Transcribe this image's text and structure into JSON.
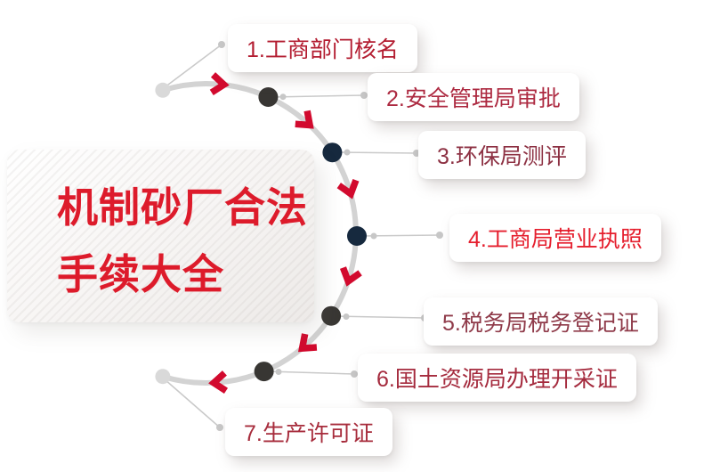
{
  "page": {
    "background": "#ffffff"
  },
  "title_card": {
    "line1": "机制砂厂合法",
    "line2": "手续大全",
    "text_color": "#dd1b2b"
  },
  "steps": [
    {
      "label": "1.工商部门核名",
      "label_color": "#b31c30",
      "node": "light-gray"
    },
    {
      "label": "2.安全管理局审批",
      "label_color": "#ad2a41",
      "node": "charcoal"
    },
    {
      "label": "3.环保局测评",
      "label_color": "#8d3143",
      "node": "navy"
    },
    {
      "label": "4.工商局营业执照",
      "label_color": "#e51e2d",
      "node": "navy"
    },
    {
      "label": "5.税务局税务登记证",
      "label_color": "#8f3a49",
      "node": "charcoal"
    },
    {
      "label": "6.国土资源局办理开采证",
      "label_color": "#a52b3e",
      "node": "charcoal"
    },
    {
      "label": "7.生产许可证",
      "label_color": "#a72c3c",
      "node": "light-gray"
    }
  ],
  "diagram": {
    "arc_color": "#d3d3d3",
    "chevron_color": "#d20a2e",
    "connector_color": "#c9c9c9",
    "connector_dot_color": "#c7c7c7",
    "node_colors": {
      "charcoal": "#383633",
      "navy": "#16293e",
      "light_gray": "#d9d9d9"
    }
  }
}
